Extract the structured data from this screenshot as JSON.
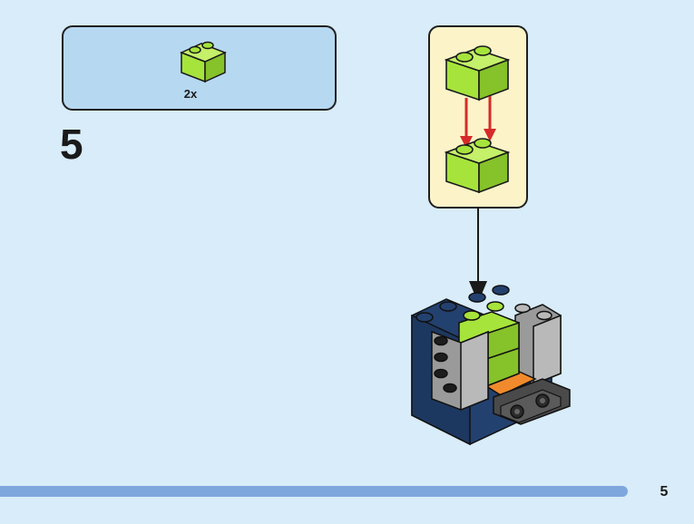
{
  "parts_callout": {
    "brick_color": "#a6e43c",
    "quantity_label": "2x"
  },
  "step": {
    "number": "5"
  },
  "page": {
    "number": "5",
    "bar_color": "#7ea7dd"
  },
  "icons": {
    "parts_brick": "lime-brick-2x1-icon",
    "callout_top_brick": "lime-brick-2x1-icon",
    "callout_bottom_brick": "lime-brick-2x1-icon",
    "placement_arrows": "red-down-arrow-icon",
    "connector_arrow": "black-down-arrow-icon",
    "model": "brick-model-assembly-icon"
  }
}
